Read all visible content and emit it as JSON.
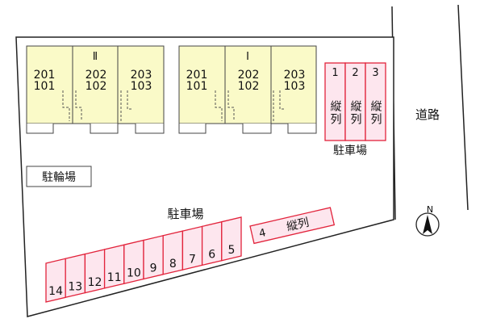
{
  "buildings": [
    {
      "name": "Ⅱ",
      "units": [
        {
          "upper": "201",
          "lower": "101"
        },
        {
          "upper": "202",
          "lower": "102"
        },
        {
          "upper": "203",
          "lower": "103"
        }
      ]
    },
    {
      "name": "Ⅰ",
      "units": [
        {
          "upper": "201",
          "lower": "101"
        },
        {
          "upper": "202",
          "lower": "102"
        },
        {
          "upper": "203",
          "lower": "103"
        }
      ]
    }
  ],
  "parking_right": {
    "spaces": [
      {
        "num": "1",
        "note": "縦列"
      },
      {
        "num": "2",
        "note": "縦列"
      },
      {
        "num": "3",
        "note": "縦列"
      }
    ],
    "label": "駐車場"
  },
  "parking_bottom": {
    "label": "駐車場",
    "spaces": [
      "14",
      "13",
      "12",
      "11",
      "10",
      "9",
      "8",
      "7",
      "6",
      "5"
    ],
    "tandem": {
      "num": "4",
      "note": "縦列"
    }
  },
  "bike_parking": "駐輪場",
  "road": "道路",
  "compass": "N",
  "colors": {
    "building_fill": "#fafac8",
    "parking_fill": "#fde6ee",
    "parking_stroke": "#e2233b",
    "site_fill": "#ffffff",
    "site_stroke": "#222222"
  }
}
